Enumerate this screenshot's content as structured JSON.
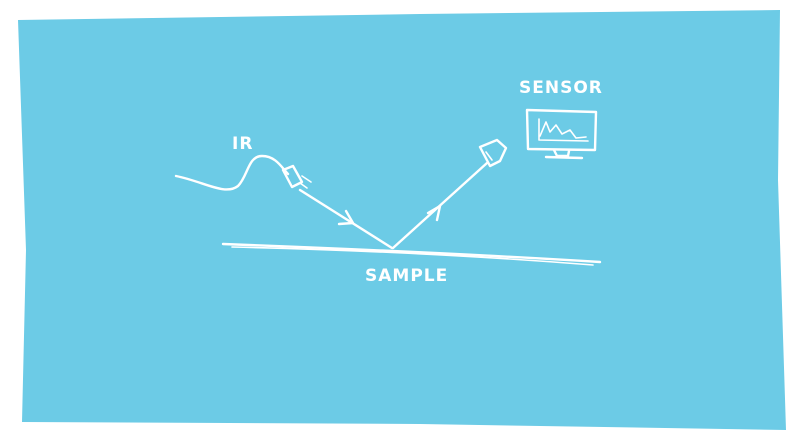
{
  "colors": {
    "board": "#6ccbe6",
    "ink": "#ffffff"
  },
  "labels": {
    "source": "IR",
    "detector": "SENSOR",
    "surface": "SAMPLE"
  },
  "icons": {
    "source": "ir-emitter-icon",
    "detector": "detector-icon",
    "display": "monitor-icon"
  }
}
